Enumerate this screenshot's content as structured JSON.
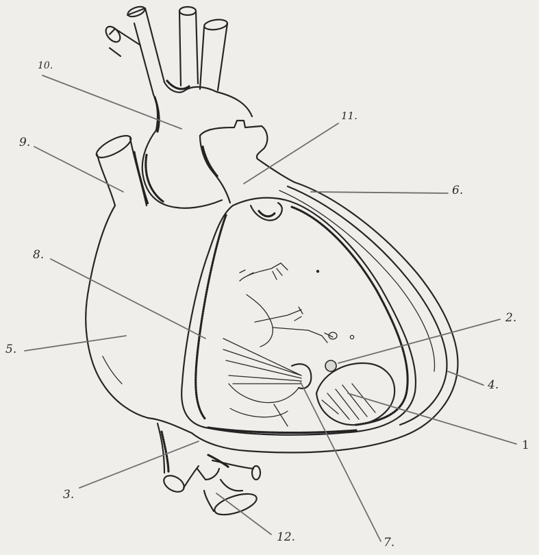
{
  "labels": {
    "l1": "1",
    "l2": "2.",
    "l3": "3.",
    "l4": "4.",
    "l5": "5.",
    "l6": "6.",
    "l7": "7.",
    "l8": "8.",
    "l9": "9.",
    "l10": "10.",
    "l11": "11.",
    "l12": "12."
  },
  "colors": {
    "paper": "#efeeea",
    "ink": "#262626",
    "leader": "#6e6e6e"
  }
}
